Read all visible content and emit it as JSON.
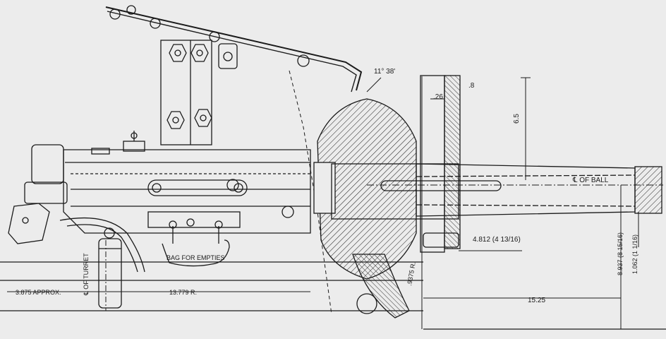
{
  "drawing": {
    "angle_label": "11° 38'",
    "dim_26": ".26",
    "dim_8": ".8",
    "dim_65": "6.5",
    "ball_centerline_label": "℄ OF BALL",
    "dim_4812": "4.812 (4 13/16)",
    "dim_8937": "8.937 (8 15/16)",
    "dim_1062": "1.062 (1 1/16)",
    "bag_label": "BAG FOR EMPTIES",
    "turret_centerline_label": "℄ OF TURRET",
    "dim_3875": "3.875 APPROX.",
    "dim_13779": "13.779 R.",
    "dim_1525": "15.25",
    "dim_small_rot": ".9375 R."
  },
  "colors": {
    "paper": "#ececec",
    "ink": "#1b1b1b"
  }
}
